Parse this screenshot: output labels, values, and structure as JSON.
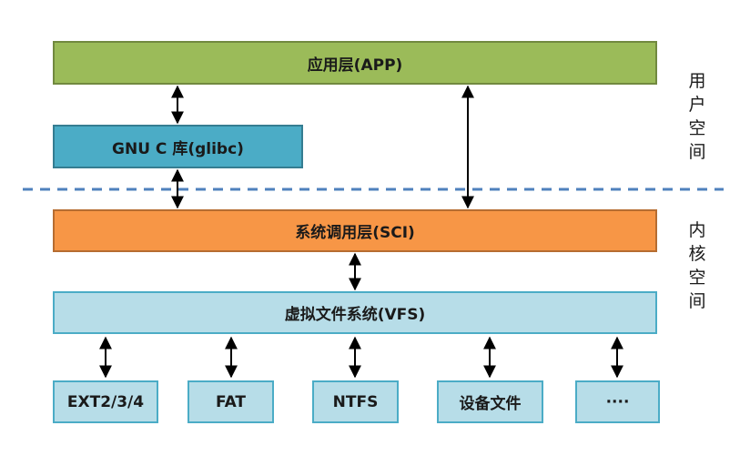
{
  "layers": {
    "app": "应用层(APP)",
    "glibc": "GNU C 库(glibc)",
    "sci": "系统调用层(SCI)",
    "vfs": "虚拟文件系统(VFS)"
  },
  "filesystems": [
    "EXT2/3/4",
    "FAT",
    "NTFS",
    "设备文件",
    "····"
  ],
  "side_labels": {
    "user_space": "用户空间",
    "kernel_space": "内核空间"
  },
  "colors": {
    "app": "#9bbb59",
    "glibc": "#4bacc6",
    "sci": "#f79646",
    "vfs": "#b7dde8",
    "divider": "#4f81bd"
  }
}
